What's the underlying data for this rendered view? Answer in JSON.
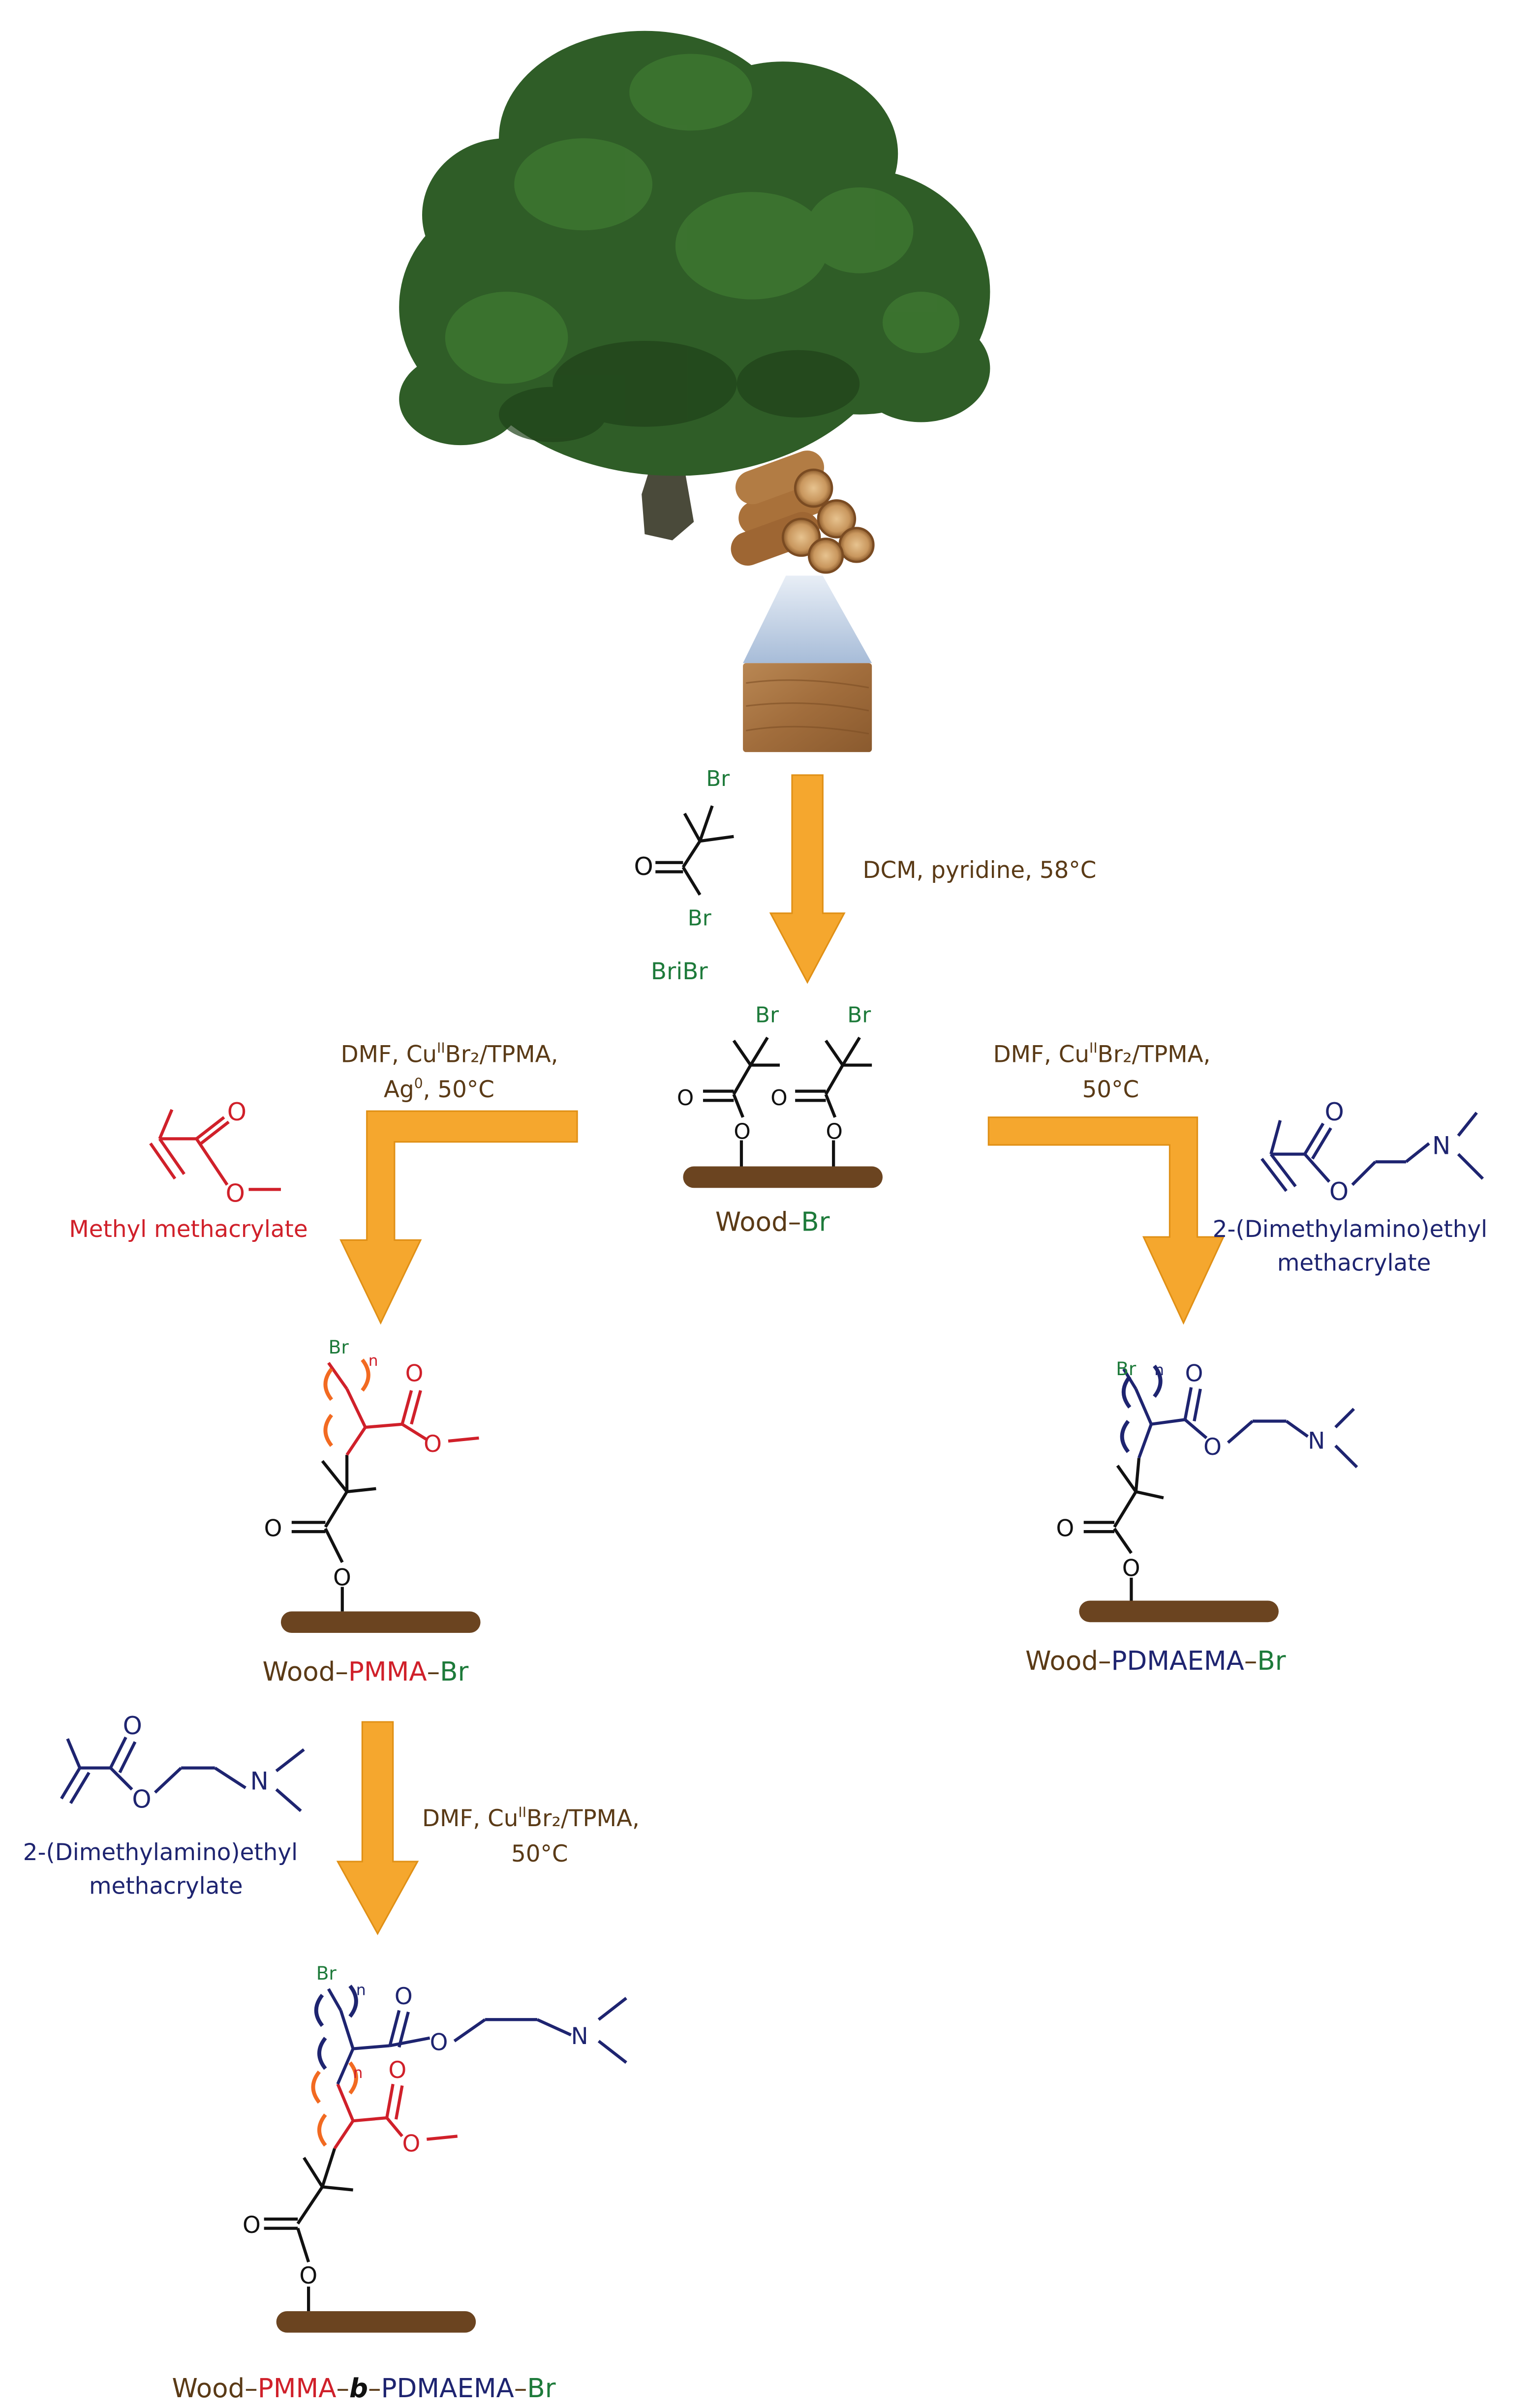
{
  "colors": {
    "brown": "#5a3a16",
    "green": "#1d7a3a",
    "red": "#d0202a",
    "navy": "#1e2470",
    "orange_arrow": "#f5a72e",
    "orange_bracket": "#f26a21",
    "bond": "#111111",
    "wood_bar": "#6b4420",
    "foliage": "#2f5d27",
    "trunk": "#4a4a3a"
  },
  "icons": {
    "tree": "tree-icon",
    "logs": "log-pile-icon",
    "wood_block": "wood-block-icon"
  },
  "initiator": {
    "name": "BriBr",
    "atom_o": "O",
    "atom_br1": "Br",
    "atom_br2": "Br"
  },
  "step1": {
    "conditions": "DCM, pyridine, 58°C"
  },
  "wood_br": {
    "atom_br": "Br",
    "atom_o": "O",
    "label_wood": "Wood",
    "label_dash": "–",
    "label_br": "Br"
  },
  "step_left": {
    "line1_pre": "DMF, Cu",
    "line1_sup": "II",
    "line1_post": "Br₂/TPMA,",
    "line2_pre": "Ag",
    "line2_sup": "0",
    "line2_post": ", 50°C"
  },
  "step_right": {
    "line1_pre": "DMF, Cu",
    "line1_sup": "II",
    "line1_post": "Br₂/TPMA,",
    "line2": "50°C"
  },
  "step_bottom": {
    "line1_pre": "DMF, Cu",
    "line1_sup": "II",
    "line1_post": "Br₂/TPMA,",
    "line2": "50°C"
  },
  "mma": {
    "name": "Methyl methacrylate",
    "atom_o": "O"
  },
  "dmaema": {
    "name_line1": "2-(Dimethylamino)ethyl",
    "name_line2": "methacrylate",
    "atom_o": "O",
    "atom_n": "N"
  },
  "wood_pmma": {
    "label_wood": "Wood",
    "label_pmma": "PMMA",
    "label_br": "Br",
    "dash": "–",
    "atom_br": "Br",
    "subscript": "n",
    "atom_o": "O"
  },
  "wood_pdmaema": {
    "label_wood": "Wood",
    "label_pdmaema": "PDMAEMA",
    "label_br": "Br",
    "dash": "–",
    "atom_br": "Br",
    "subscript": "n",
    "atom_o": "O",
    "atom_n": "N"
  },
  "wood_block_copolymer": {
    "label_wood": "Wood",
    "label_pmma": "PMMA",
    "label_b": "b",
    "label_pdmaema": "PDMAEMA",
    "label_br": "Br",
    "dash": "–",
    "atom_br": "Br",
    "subscript": "n",
    "atom_o": "O",
    "atom_n": "N"
  }
}
